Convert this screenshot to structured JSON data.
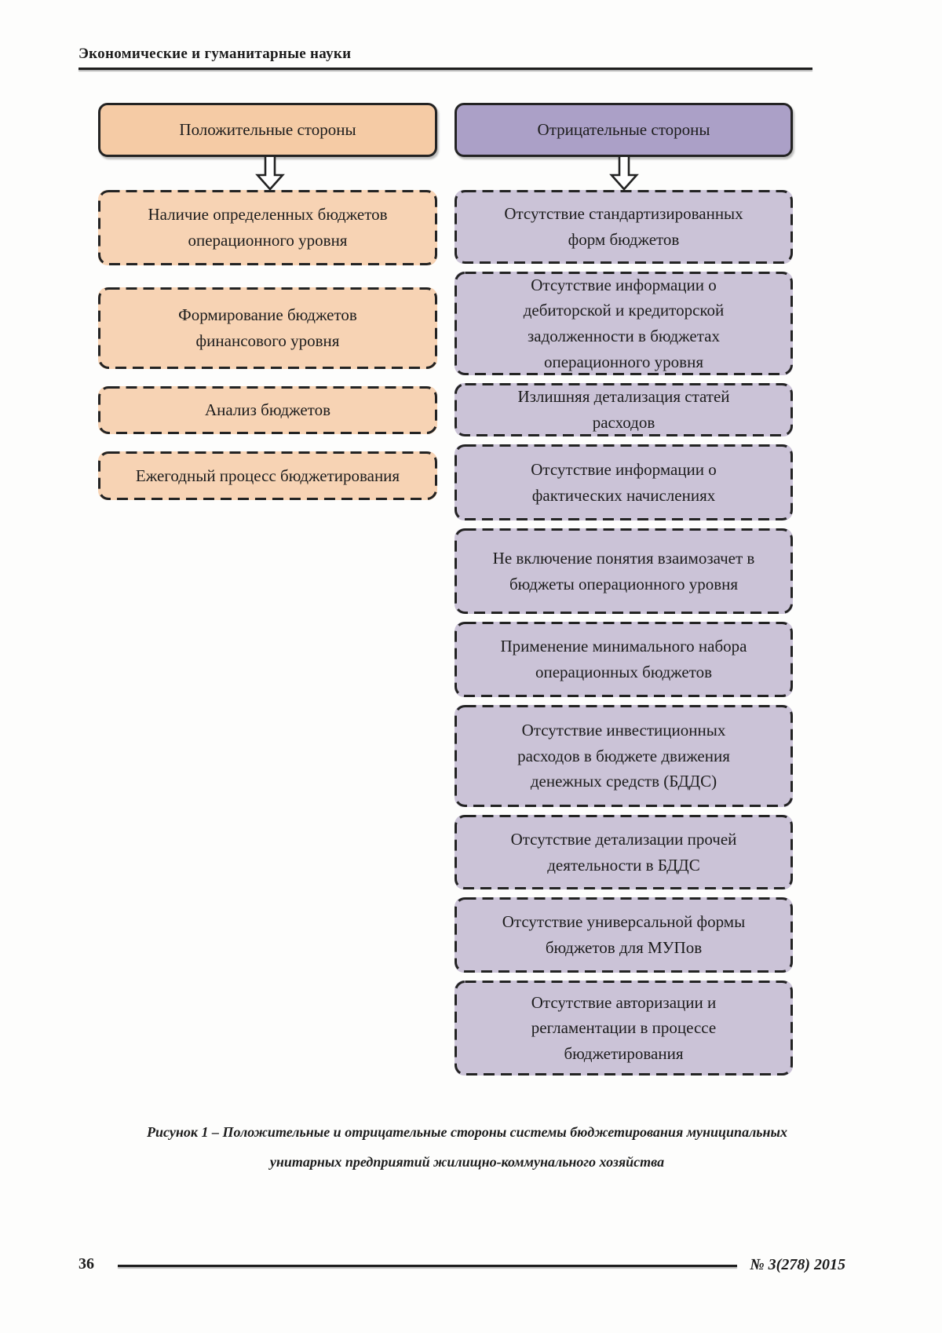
{
  "journal_header": {
    "section_title": "Экономические и гуманитарные науки"
  },
  "diagram": {
    "positive": {
      "title": "Положительные стороны",
      "boxes": [
        "Наличие определенных бюджетов\nоперационного уровня",
        "Формирование бюджетов\nфинансового уровня",
        "Анализ бюджетов",
        "Ежегодный процесс бюджетирования"
      ]
    },
    "negative": {
      "title": "Отрицательные стороны",
      "boxes": [
        "Отсутствие стандартизированных\nформ бюджетов",
        "Отсутствие информации о\nдебиторской и кредиторской\nзадолженности в бюджетах\nоперационного уровня",
        "Излишняя детализация статей\nрасходов",
        "Отсутствие информации о\nфактических начислениях",
        "Не включение понятия взаимозачет в\nбюджеты операционного уровня",
        "Применение минимального набора\nоперационных бюджетов",
        "Отсутствие инвестиционных\nрасходов в бюджете движения\nденежных средств (БДДС)",
        "Отсутствие детализации прочей\nдеятельности в БДДС",
        "Отсутствие универсальной формы\nбюджетов для МУПов",
        "Отсутствие авторизации и\nрегламентации в процессе\nбюджетирования"
      ]
    },
    "colors": {
      "positive_header_fill": "#F5CBA5",
      "positive_box_fill": "#F7D3B4",
      "negative_header_fill": "#ABA0C7",
      "negative_box_fill": "#CBC3D7",
      "border": "#232323"
    }
  },
  "caption": "Рисунок 1 – Положительные и отрицательные стороны системы бюджетирования муниципальных\nунитарных предприятий жилищно-коммунального хозяйства",
  "footer": {
    "page_number": "36",
    "issue": "№ 3(278) 2015"
  }
}
